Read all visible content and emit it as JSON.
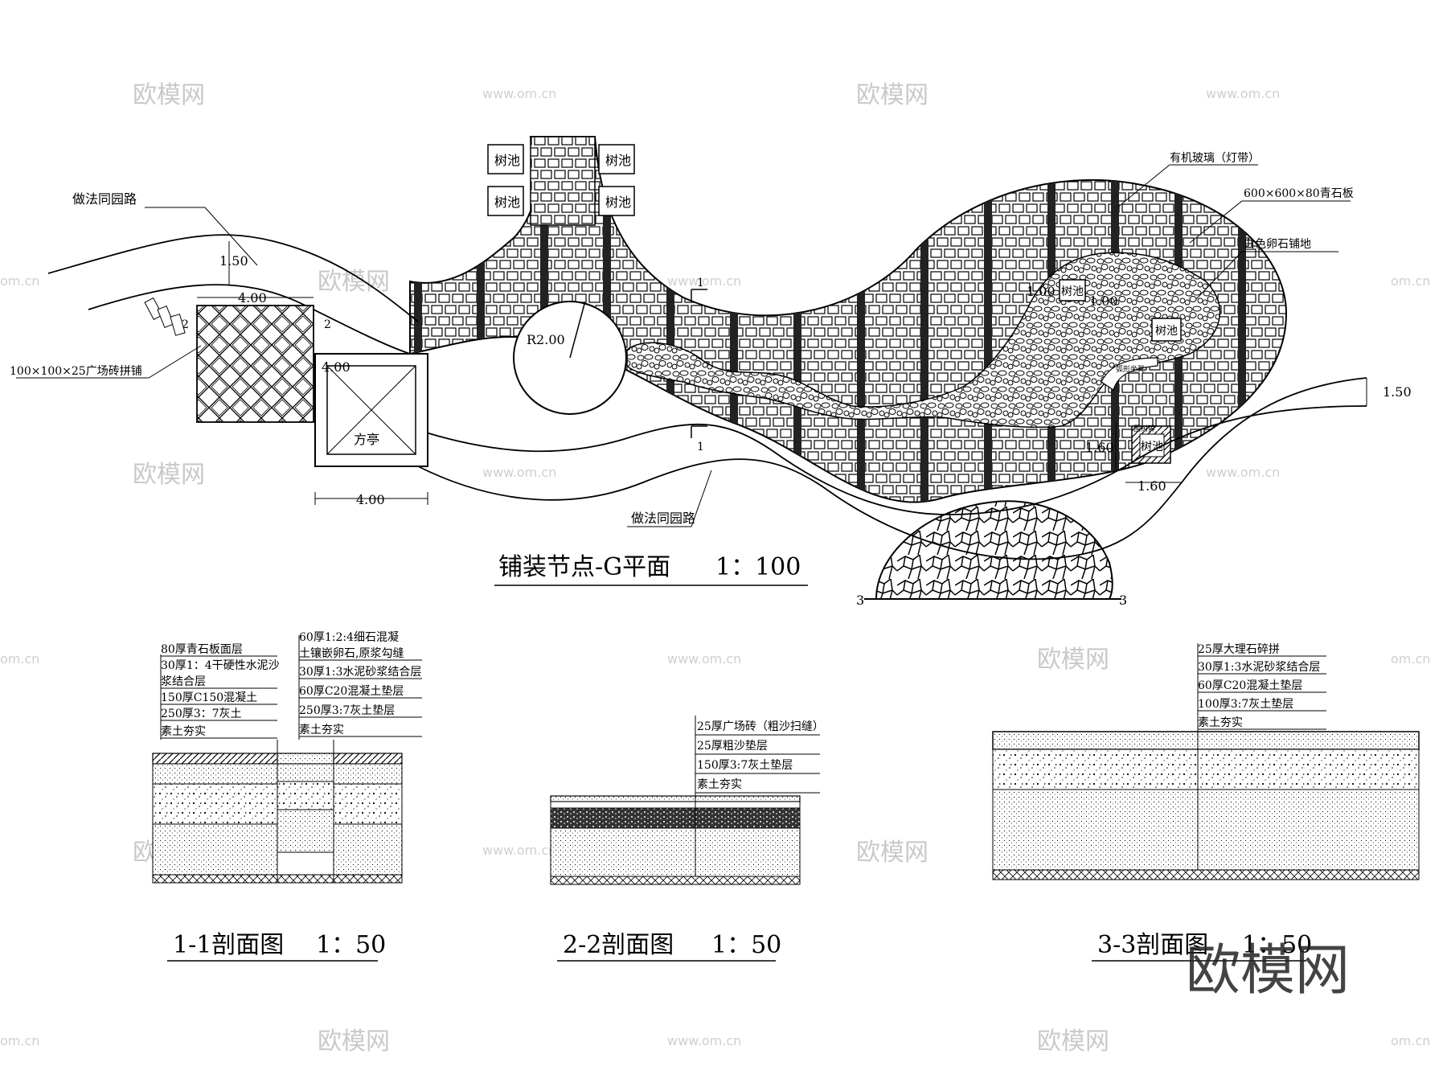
{
  "plan": {
    "title": "铺装节点-G平面",
    "scale": "1：100",
    "labels": {
      "road_top": "做法同园路",
      "road_bottom": "做法同园路",
      "square_paving": "100×100×25广场砖拼铺",
      "pavilion": "方亭",
      "acrylic": "有机玻璃（灯带）",
      "bluestone": "600×600×80青石板",
      "pebble": "白色卵石铺地",
      "bench": "弧形坐凳",
      "tree_grate": "围树箅"
    },
    "tree_pit_label": "树池",
    "dims": {
      "road_width_left": "1.50",
      "road_width_right": "1.50",
      "square_top": "4.00",
      "square_side": "2",
      "square_side_right": "2",
      "pavilion_top": "4.00",
      "pavilion_bottom": "4.00",
      "radius": "R2.00",
      "pit_a": "1.00",
      "pit_b": "1.00",
      "pit_c": "1.60",
      "pit_d": "1.60"
    },
    "section_marks": {
      "s1_top": "1",
      "s1_bottom": "1",
      "s3_left": "3",
      "s3_right": "3"
    }
  },
  "sections": [
    {
      "title": "1-1剖面图",
      "scale": "1：50",
      "notes_left": [
        "80厚青石板面层",
        "30厚1：4干硬性水泥沙",
        "浆结合层",
        "150厚C150混凝土",
        "250厚3：7灰土",
        "素土夯实"
      ],
      "notes_right": [
        "60厚1:2:4细石混凝",
        "土镶嵌卵石,原浆勾缝",
        "30厚1:3水泥砂浆结合层",
        "60厚C20混凝土垫层",
        "250厚3:7灰土垫层",
        "素土夯实"
      ]
    },
    {
      "title": "2-2剖面图",
      "scale": "1：50",
      "notes": [
        "25厚广场砖（粗沙扫缝）",
        "25厚粗沙垫层",
        "150厚3:7灰土垫层",
        "素土夯实"
      ]
    },
    {
      "title": "3-3剖面图",
      "scale": "1：50",
      "notes": [
        "25厚大理石碎拼",
        "30厚1:3水泥砂浆结合层",
        "60厚C20混凝土垫层",
        "100厚3:7灰土垫层",
        "素土夯实"
      ]
    }
  ],
  "watermark": {
    "brand": "欧模网",
    "site": "www.om.cn",
    "site_short": "om.cn"
  }
}
